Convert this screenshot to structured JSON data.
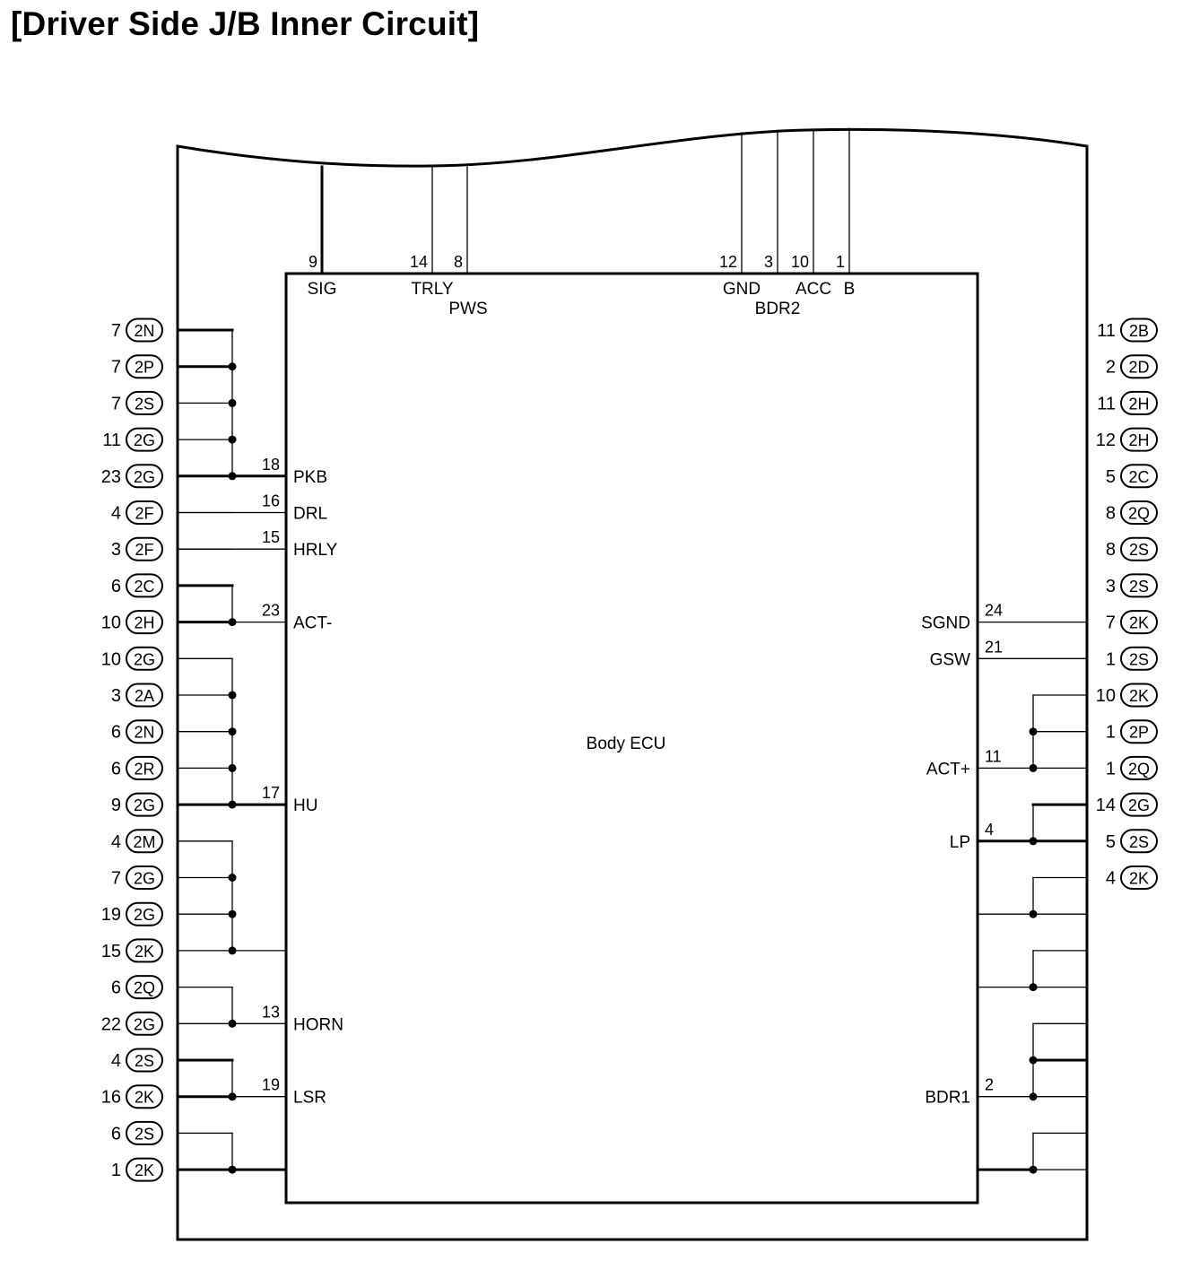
{
  "title": "[Driver Side J/B Inner Circuit]",
  "ecu_label": "Body ECU",
  "top_pins": [
    {
      "pin": "9",
      "signal": "SIG"
    },
    {
      "pin": "14",
      "signal": "TRLY"
    },
    {
      "pin": "8",
      "signal": "PWS"
    },
    {
      "pin": "12",
      "signal": "GND"
    },
    {
      "pin": "3",
      "signal": ""
    },
    {
      "pin": "10",
      "signal": "ACC"
    },
    {
      "pin": "1",
      "signal": "B"
    }
  ],
  "top_group_label": "BDR2",
  "left_connectors": [
    {
      "num": "7",
      "code": "2N"
    },
    {
      "num": "7",
      "code": "2P"
    },
    {
      "num": "7",
      "code": "2S"
    },
    {
      "num": "11",
      "code": "2G"
    },
    {
      "num": "23",
      "code": "2G"
    },
    {
      "num": "4",
      "code": "2F"
    },
    {
      "num": "3",
      "code": "2F"
    },
    {
      "num": "6",
      "code": "2C"
    },
    {
      "num": "10",
      "code": "2H"
    },
    {
      "num": "10",
      "code": "2G"
    },
    {
      "num": "3",
      "code": "2A"
    },
    {
      "num": "6",
      "code": "2N"
    },
    {
      "num": "6",
      "code": "2R"
    },
    {
      "num": "9",
      "code": "2G"
    },
    {
      "num": "4",
      "code": "2M"
    },
    {
      "num": "7",
      "code": "2G"
    },
    {
      "num": "19",
      "code": "2G"
    },
    {
      "num": "15",
      "code": "2K"
    },
    {
      "num": "6",
      "code": "2Q"
    },
    {
      "num": "22",
      "code": "2G"
    },
    {
      "num": "4",
      "code": "2S"
    },
    {
      "num": "16",
      "code": "2K"
    },
    {
      "num": "6",
      "code": "2S"
    },
    {
      "num": "1",
      "code": "2K"
    }
  ],
  "left_pins": [
    {
      "pin": "18",
      "signal": "PKB"
    },
    {
      "pin": "16",
      "signal": "DRL"
    },
    {
      "pin": "15",
      "signal": "HRLY"
    },
    {
      "pin": "23",
      "signal": "ACT-"
    },
    {
      "pin": "17",
      "signal": "HU"
    },
    {
      "pin": "13",
      "signal": "HORN"
    },
    {
      "pin": "19",
      "signal": "LSR"
    }
  ],
  "right_connectors": [
    {
      "num": "11",
      "code": "2B"
    },
    {
      "num": "2",
      "code": "2D"
    },
    {
      "num": "11",
      "code": "2H"
    },
    {
      "num": "12",
      "code": "2H"
    },
    {
      "num": "5",
      "code": "2C"
    },
    {
      "num": "8",
      "code": "2Q"
    },
    {
      "num": "8",
      "code": "2S"
    },
    {
      "num": "3",
      "code": "2S"
    },
    {
      "num": "7",
      "code": "2K"
    },
    {
      "num": "1",
      "code": "2S"
    },
    {
      "num": "10",
      "code": "2K"
    },
    {
      "num": "1",
      "code": "2P"
    },
    {
      "num": "1",
      "code": "2Q"
    },
    {
      "num": "14",
      "code": "2G"
    },
    {
      "num": "5",
      "code": "2S"
    },
    {
      "num": "4",
      "code": "2K"
    }
  ],
  "right_pins": [
    {
      "pin": "24",
      "signal": "SGND"
    },
    {
      "pin": "21",
      "signal": "GSW"
    },
    {
      "pin": "11",
      "signal": "ACT+"
    },
    {
      "pin": "4",
      "signal": "LP"
    },
    {
      "pin": "2",
      "signal": "BDR1"
    }
  ]
}
